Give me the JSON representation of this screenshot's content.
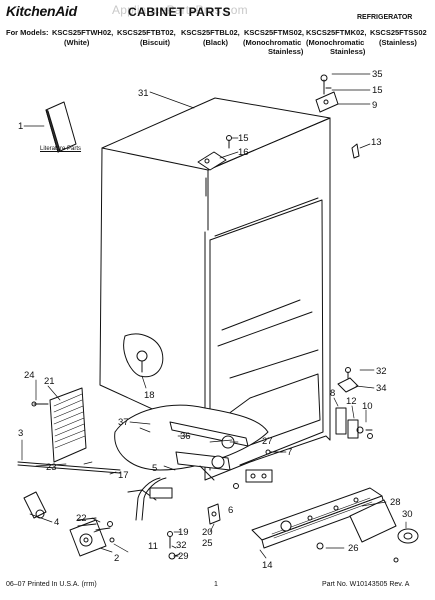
{
  "header": {
    "brand": "KitchenAid",
    "title": "CABINET PARTS",
    "category": "REFRIGERATOR",
    "watermark": "AppliancePartsPros.com",
    "models_label": "For Models:",
    "models": [
      "KSCS25FTWH02,",
      "KSCS25FTBT02,",
      "KSCS25FTBL02,",
      "KSCS25FTMS02,",
      "KSCS25FTMK02,",
      "KSCS25FTSS02"
    ],
    "finishes": [
      "(White)",
      "(Biscuit)",
      "(Black)",
      "(Monochromatic",
      "(Monochromatic",
      "(Stainless)"
    ],
    "finishes_line2": [
      "Stainless)",
      "Stainless)"
    ]
  },
  "literature_label": "Literature Parts",
  "callouts": [
    "1",
    "2",
    "3",
    "4",
    "5",
    "6",
    "7",
    "8",
    "9",
    "10",
    "11",
    "12",
    "13",
    "14",
    "15",
    "15",
    "16",
    "17",
    "18",
    "19",
    "20",
    "21",
    "22",
    "23",
    "24",
    "25",
    "26",
    "27",
    "28",
    "29",
    "30",
    "31",
    "32",
    "32",
    "34",
    "35",
    "36",
    "37"
  ],
  "footer": {
    "left": "06–07 Printed In U.S.A. (rrm)",
    "page": "1",
    "right": "Part No. W10143505 Rev. A"
  }
}
